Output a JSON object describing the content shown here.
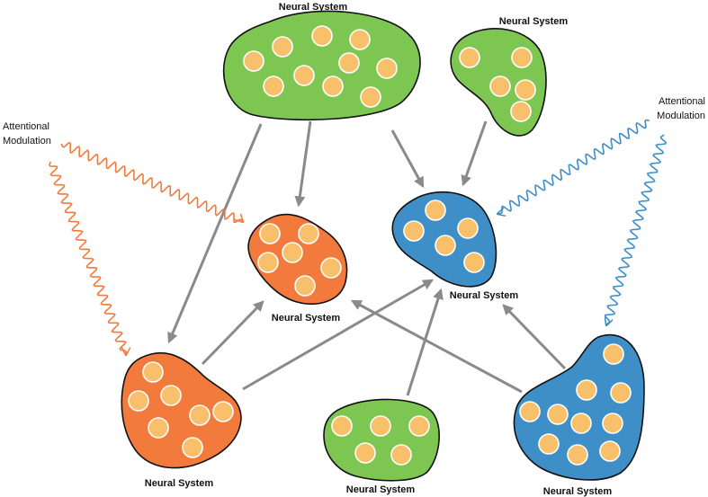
{
  "colors": {
    "green": "#7dc652",
    "orange": "#f37a3d",
    "blue": "#3e8fc8",
    "neuron": "#f8c06a",
    "arrow": "#8a8a8a",
    "outline": "#111111"
  },
  "systems": {
    "top_green": {
      "label": "Neural System",
      "color": "green"
    },
    "top_right_green": {
      "label": "Neural System",
      "color": "green"
    },
    "center_orange": {
      "label": "Neural System",
      "color": "orange"
    },
    "center_blue": {
      "label": "Neural System",
      "color": "blue"
    },
    "bottom_left_orange": {
      "label": "Neural System",
      "color": "orange"
    },
    "bottom_green": {
      "label": "Neural System",
      "color": "green"
    },
    "bottom_right_blue": {
      "label": "Neural System",
      "color": "blue"
    }
  },
  "modulation": {
    "left": {
      "line1": "Attentional",
      "line2": "Modulation"
    },
    "right": {
      "line1": "Attentional",
      "line2": "Modulation"
    }
  }
}
